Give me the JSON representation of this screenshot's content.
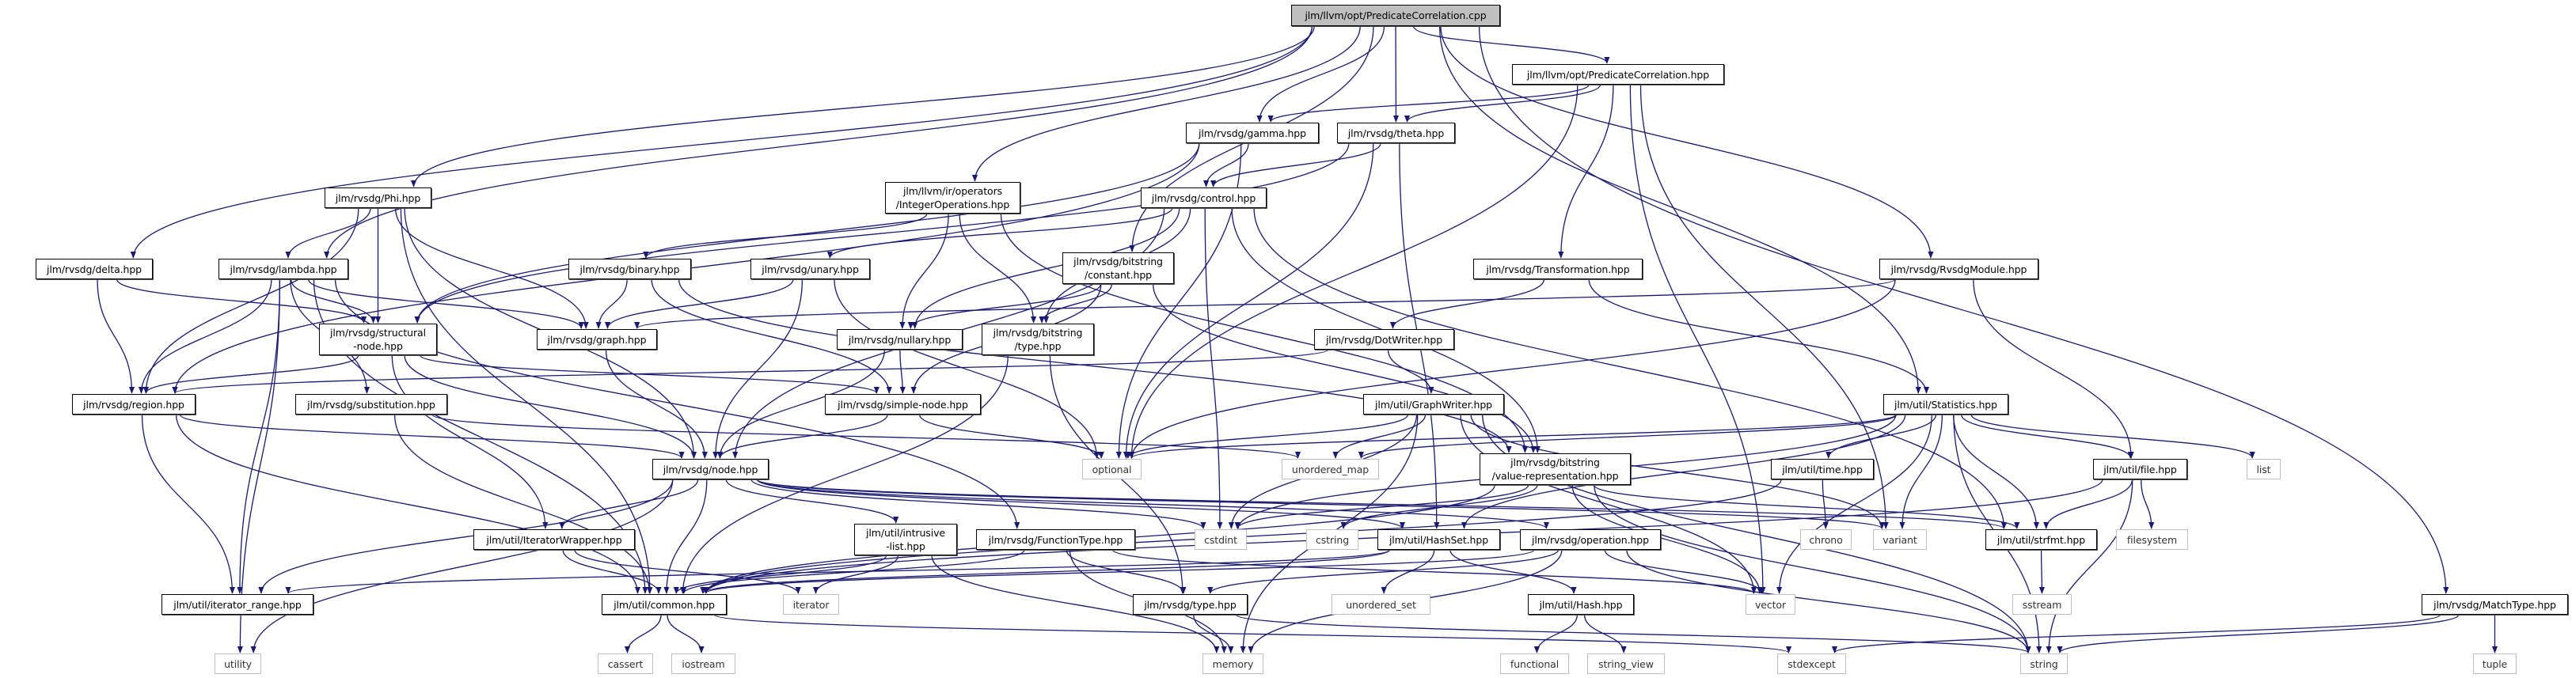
{
  "colors": {
    "edge": "#191970",
    "root_fill": "#bfbfbf",
    "node_border": "#000000",
    "system_border": "#bfbfbf"
  },
  "nodes": {
    "root": {
      "label": "jlm/llvm/opt/PredicateCorrelation.cpp",
      "kind": "root"
    },
    "pc_hpp": {
      "label": "jlm/llvm/opt/PredicateCorrelation.hpp",
      "kind": "header"
    },
    "gamma": {
      "label": "jlm/rvsdg/gamma.hpp",
      "kind": "header"
    },
    "theta": {
      "label": "jlm/rvsdg/theta.hpp",
      "kind": "header"
    },
    "phi": {
      "label": "jlm/rvsdg/Phi.hpp",
      "kind": "header"
    },
    "intops": {
      "label": "jlm/llvm/ir/operators\n/IntegerOperations.hpp",
      "kind": "header"
    },
    "control": {
      "label": "jlm/rvsdg/control.hpp",
      "kind": "header"
    },
    "delta": {
      "label": "jlm/rvsdg/delta.hpp",
      "kind": "header"
    },
    "lambda": {
      "label": "jlm/rvsdg/lambda.hpp",
      "kind": "header"
    },
    "binary": {
      "label": "jlm/rvsdg/binary.hpp",
      "kind": "header"
    },
    "unary": {
      "label": "jlm/rvsdg/unary.hpp",
      "kind": "header"
    },
    "constant": {
      "label": "jlm/rvsdg/bitstring\n/constant.hpp",
      "kind": "header"
    },
    "transformation": {
      "label": "jlm/rvsdg/Transformation.hpp",
      "kind": "header"
    },
    "rvsdgmodule": {
      "label": "jlm/rvsdg/RvsdgModule.hpp",
      "kind": "header"
    },
    "structural": {
      "label": "jlm/rvsdg/structural\n-node.hpp",
      "kind": "header"
    },
    "graph": {
      "label": "jlm/rvsdg/graph.hpp",
      "kind": "header"
    },
    "nullary": {
      "label": "jlm/rvsdg/nullary.hpp",
      "kind": "header"
    },
    "bittype": {
      "label": "jlm/rvsdg/bitstring\n/type.hpp",
      "kind": "header"
    },
    "dotwriter": {
      "label": "jlm/rvsdg/DotWriter.hpp",
      "kind": "header"
    },
    "region": {
      "label": "jlm/rvsdg/region.hpp",
      "kind": "header"
    },
    "substitution": {
      "label": "jlm/rvsdg/substitution.hpp",
      "kind": "header"
    },
    "simplenode": {
      "label": "jlm/rvsdg/simple-node.hpp",
      "kind": "header"
    },
    "graphwriter": {
      "label": "jlm/util/GraphWriter.hpp",
      "kind": "header"
    },
    "statistics": {
      "label": "jlm/util/Statistics.hpp",
      "kind": "header"
    },
    "node": {
      "label": "jlm/rvsdg/node.hpp",
      "kind": "header"
    },
    "optional": {
      "label": "optional",
      "kind": "system"
    },
    "unordered_map": {
      "label": "unordered_map",
      "kind": "system"
    },
    "valuerep": {
      "label": "jlm/rvsdg/bitstring\n/value-representation.hpp",
      "kind": "header"
    },
    "time": {
      "label": "jlm/util/time.hpp",
      "kind": "header"
    },
    "file": {
      "label": "jlm/util/file.hpp",
      "kind": "header"
    },
    "list": {
      "label": "list",
      "kind": "system"
    },
    "iteratorwrapper": {
      "label": "jlm/util/IteratorWrapper.hpp",
      "kind": "header"
    },
    "intrusivelist": {
      "label": "jlm/util/intrusive\n-list.hpp",
      "kind": "header"
    },
    "functiontype": {
      "label": "jlm/rvsdg/FunctionType.hpp",
      "kind": "header"
    },
    "cstdint": {
      "label": "cstdint",
      "kind": "system"
    },
    "cstring": {
      "label": "cstring",
      "kind": "system"
    },
    "hashset": {
      "label": "jlm/util/HashSet.hpp",
      "kind": "header"
    },
    "operation": {
      "label": "jlm/rvsdg/operation.hpp",
      "kind": "header"
    },
    "chrono": {
      "label": "chrono",
      "kind": "system"
    },
    "variant": {
      "label": "variant",
      "kind": "system"
    },
    "strfmt": {
      "label": "jlm/util/strfmt.hpp",
      "kind": "header"
    },
    "filesystem": {
      "label": "filesystem",
      "kind": "system"
    },
    "iterator_range": {
      "label": "jlm/util/iterator_range.hpp",
      "kind": "header"
    },
    "common": {
      "label": "jlm/util/common.hpp",
      "kind": "header"
    },
    "iterator": {
      "label": "iterator",
      "kind": "system"
    },
    "type": {
      "label": "jlm/rvsdg/type.hpp",
      "kind": "header"
    },
    "unordered_set": {
      "label": "unordered_set",
      "kind": "system"
    },
    "hash": {
      "label": "jlm/util/Hash.hpp",
      "kind": "header"
    },
    "vector": {
      "label": "vector",
      "kind": "system"
    },
    "sstream": {
      "label": "sstream",
      "kind": "system"
    },
    "matchtype": {
      "label": "jlm/rvsdg/MatchType.hpp",
      "kind": "header"
    },
    "utility": {
      "label": "utility",
      "kind": "system"
    },
    "cassert": {
      "label": "cassert",
      "kind": "system"
    },
    "iostream": {
      "label": "iostream",
      "kind": "system"
    },
    "memory": {
      "label": "memory",
      "kind": "system"
    },
    "functional": {
      "label": "functional",
      "kind": "system"
    },
    "string_view": {
      "label": "string_view",
      "kind": "system"
    },
    "stdexcept": {
      "label": "stdexcept",
      "kind": "system"
    },
    "string": {
      "label": "string",
      "kind": "system"
    },
    "tuple": {
      "label": "tuple",
      "kind": "system"
    }
  },
  "edges": [
    {
      "from": "root",
      "to": "pc_hpp"
    },
    {
      "from": "root",
      "to": "gamma"
    },
    {
      "from": "root",
      "to": "theta"
    },
    {
      "from": "root",
      "to": "phi"
    },
    {
      "from": "root",
      "to": "delta"
    },
    {
      "from": "root",
      "to": "lambda"
    },
    {
      "from": "root",
      "to": "intops"
    },
    {
      "from": "root",
      "to": "constant"
    },
    {
      "from": "root",
      "to": "rvsdgmodule"
    },
    {
      "from": "root",
      "to": "statistics"
    },
    {
      "from": "root",
      "to": "matchtype"
    },
    {
      "from": "pc_hpp",
      "to": "gamma"
    },
    {
      "from": "pc_hpp",
      "to": "theta"
    },
    {
      "from": "pc_hpp",
      "to": "transformation"
    },
    {
      "from": "pc_hpp",
      "to": "optional"
    },
    {
      "from": "pc_hpp",
      "to": "variant"
    },
    {
      "from": "pc_hpp",
      "to": "vector"
    },
    {
      "from": "gamma",
      "to": "control"
    },
    {
      "from": "gamma",
      "to": "structural"
    },
    {
      "from": "gamma",
      "to": "optional"
    },
    {
      "from": "gamma",
      "to": "region"
    },
    {
      "from": "theta",
      "to": "control"
    },
    {
      "from": "theta",
      "to": "structural"
    },
    {
      "from": "theta",
      "to": "optional"
    },
    {
      "from": "theta",
      "to": "hashset"
    },
    {
      "from": "phi",
      "to": "lambda"
    },
    {
      "from": "phi",
      "to": "structural"
    },
    {
      "from": "phi",
      "to": "graph"
    },
    {
      "from": "phi",
      "to": "node"
    },
    {
      "from": "phi",
      "to": "region"
    },
    {
      "from": "phi",
      "to": "common"
    },
    {
      "from": "intops",
      "to": "binary"
    },
    {
      "from": "intops",
      "to": "nullary"
    },
    {
      "from": "intops",
      "to": "bittype"
    },
    {
      "from": "intops",
      "to": "valuerep"
    },
    {
      "from": "control",
      "to": "unary"
    },
    {
      "from": "control",
      "to": "nullary"
    },
    {
      "from": "control",
      "to": "bittype"
    },
    {
      "from": "control",
      "to": "node"
    },
    {
      "from": "control",
      "to": "cstdint"
    },
    {
      "from": "control",
      "to": "valuerep"
    },
    {
      "from": "control",
      "to": "strfmt"
    },
    {
      "from": "delta",
      "to": "region"
    },
    {
      "from": "delta",
      "to": "structural"
    },
    {
      "from": "lambda",
      "to": "structural"
    },
    {
      "from": "lambda",
      "to": "graph"
    },
    {
      "from": "lambda",
      "to": "region"
    },
    {
      "from": "lambda",
      "to": "substitution"
    },
    {
      "from": "lambda",
      "to": "functiontype"
    },
    {
      "from": "lambda",
      "to": "iterator_range"
    },
    {
      "from": "lambda",
      "to": "common"
    },
    {
      "from": "lambda",
      "to": "utility"
    },
    {
      "from": "binary",
      "to": "graph"
    },
    {
      "from": "binary",
      "to": "simplenode"
    },
    {
      "from": "binary",
      "to": "valuerep"
    },
    {
      "from": "unary",
      "to": "graph"
    },
    {
      "from": "unary",
      "to": "node"
    },
    {
      "from": "unary",
      "to": "optional"
    },
    {
      "from": "constant",
      "to": "nullary"
    },
    {
      "from": "constant",
      "to": "bittype"
    },
    {
      "from": "constant",
      "to": "valuerep"
    },
    {
      "from": "constant",
      "to": "simplenode"
    },
    {
      "from": "transformation",
      "to": "dotwriter"
    },
    {
      "from": "transformation",
      "to": "statistics"
    },
    {
      "from": "rvsdgmodule",
      "to": "graph"
    },
    {
      "from": "rvsdgmodule",
      "to": "optional"
    },
    {
      "from": "rvsdgmodule",
      "to": "file"
    },
    {
      "from": "structural",
      "to": "region"
    },
    {
      "from": "structural",
      "to": "node"
    },
    {
      "from": "structural",
      "to": "simplenode"
    },
    {
      "from": "structural",
      "to": "iteratorwrapper"
    },
    {
      "from": "graph",
      "to": "node"
    },
    {
      "from": "nullary",
      "to": "simplenode"
    },
    {
      "from": "nullary",
      "to": "node"
    },
    {
      "from": "bittype",
      "to": "type"
    },
    {
      "from": "bittype",
      "to": "common"
    },
    {
      "from": "dotwriter",
      "to": "graphwriter"
    },
    {
      "from": "dotwriter",
      "to": "region"
    },
    {
      "from": "region",
      "to": "node"
    },
    {
      "from": "region",
      "to": "iterator_range"
    },
    {
      "from": "region",
      "to": "common"
    },
    {
      "from": "substitution",
      "to": "unordered_map"
    },
    {
      "from": "substitution",
      "to": "common"
    },
    {
      "from": "simplenode",
      "to": "node"
    },
    {
      "from": "simplenode",
      "to": "optional"
    },
    {
      "from": "graphwriter",
      "to": "optional"
    },
    {
      "from": "graphwriter",
      "to": "unordered_map"
    },
    {
      "from": "graphwriter",
      "to": "cstdint"
    },
    {
      "from": "graphwriter",
      "to": "memory"
    },
    {
      "from": "graphwriter",
      "to": "vector"
    },
    {
      "from": "graphwriter",
      "to": "variant"
    },
    {
      "from": "graphwriter",
      "to": "string"
    },
    {
      "from": "statistics",
      "to": "optional"
    },
    {
      "from": "statistics",
      "to": "unordered_map"
    },
    {
      "from": "statistics",
      "to": "time"
    },
    {
      "from": "statistics",
      "to": "file"
    },
    {
      "from": "statistics",
      "to": "list"
    },
    {
      "from": "statistics",
      "to": "strfmt"
    },
    {
      "from": "statistics",
      "to": "variant"
    },
    {
      "from": "statistics",
      "to": "cstdint"
    },
    {
      "from": "statistics",
      "to": "hashset"
    },
    {
      "from": "statistics",
      "to": "vector"
    },
    {
      "from": "statistics",
      "to": "string"
    },
    {
      "from": "node",
      "to": "iteratorwrapper"
    },
    {
      "from": "node",
      "to": "intrusivelist"
    },
    {
      "from": "node",
      "to": "cstdint"
    },
    {
      "from": "node",
      "to": "hashset"
    },
    {
      "from": "node",
      "to": "operation"
    },
    {
      "from": "node",
      "to": "variant"
    },
    {
      "from": "node",
      "to": "strfmt"
    },
    {
      "from": "node",
      "to": "common"
    },
    {
      "from": "node",
      "to": "iterator_range"
    },
    {
      "from": "node",
      "to": "utility"
    },
    {
      "from": "valuerep",
      "to": "cstdint"
    },
    {
      "from": "valuerep",
      "to": "cstring"
    },
    {
      "from": "valuerep",
      "to": "common"
    },
    {
      "from": "valuerep",
      "to": "strfmt"
    },
    {
      "from": "valuerep",
      "to": "vector"
    },
    {
      "from": "valuerep",
      "to": "string"
    },
    {
      "from": "time",
      "to": "chrono"
    },
    {
      "from": "time",
      "to": "common"
    },
    {
      "from": "file",
      "to": "filesystem"
    },
    {
      "from": "file",
      "to": "strfmt"
    },
    {
      "from": "file",
      "to": "string"
    },
    {
      "from": "file",
      "to": "common"
    },
    {
      "from": "iteratorwrapper",
      "to": "common"
    },
    {
      "from": "iteratorwrapper",
      "to": "iterator"
    },
    {
      "from": "intrusivelist",
      "to": "iterator"
    },
    {
      "from": "intrusivelist",
      "to": "memory"
    },
    {
      "from": "intrusivelist",
      "to": "common"
    },
    {
      "from": "functiontype",
      "to": "common"
    },
    {
      "from": "functiontype",
      "to": "type"
    },
    {
      "from": "functiontype",
      "to": "memory"
    },
    {
      "from": "functiontype",
      "to": "vector"
    },
    {
      "from": "hashset",
      "to": "hash"
    },
    {
      "from": "hashset",
      "to": "unordered_set"
    },
    {
      "from": "hashset",
      "to": "common"
    },
    {
      "from": "hashset",
      "to": "iterator_range"
    },
    {
      "from": "operation",
      "to": "type"
    },
    {
      "from": "operation",
      "to": "vector"
    },
    {
      "from": "operation",
      "to": "memory"
    },
    {
      "from": "operation",
      "to": "string"
    },
    {
      "from": "operation",
      "to": "common"
    },
    {
      "from": "strfmt",
      "to": "sstream"
    },
    {
      "from": "common",
      "to": "cassert"
    },
    {
      "from": "common",
      "to": "iostream"
    },
    {
      "from": "common",
      "to": "stdexcept"
    },
    {
      "from": "type",
      "to": "memory"
    },
    {
      "from": "type",
      "to": "string"
    },
    {
      "from": "hash",
      "to": "functional"
    },
    {
      "from": "hash",
      "to": "string_view"
    },
    {
      "from": "matchtype",
      "to": "stdexcept"
    },
    {
      "from": "matchtype",
      "to": "string"
    },
    {
      "from": "matchtype",
      "to": "tuple"
    }
  ]
}
